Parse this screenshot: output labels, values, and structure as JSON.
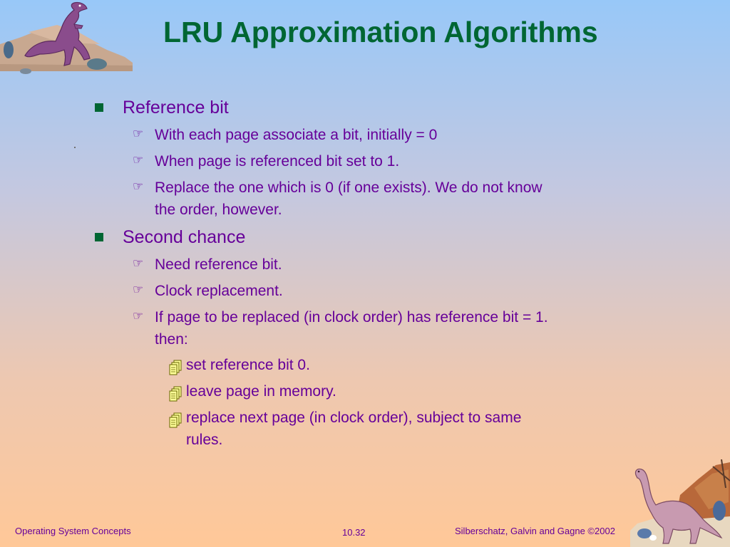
{
  "title": "LRU Approximation Algorithms",
  "bullets": [
    {
      "text": "Reference bit",
      "items": [
        {
          "lines": [
            "With each page associate a bit, initially = 0"
          ]
        },
        {
          "lines": [
            "When page is referenced bit set to 1."
          ]
        },
        {
          "lines": [
            "Replace the one which is 0 (if one exists).  We do not know",
            "the order, however."
          ]
        }
      ]
    },
    {
      "text": "Second chance",
      "items": [
        {
          "lines": [
            "Need reference bit."
          ]
        },
        {
          "lines": [
            "Clock replacement."
          ]
        },
        {
          "lines": [
            "If page to be replaced (in clock order) has reference bit = 1.",
            "then:"
          ],
          "sub": [
            {
              "lines": [
                "set reference bit 0."
              ]
            },
            {
              "lines": [
                "leave page in memory."
              ]
            },
            {
              "lines": [
                "replace next page (in clock order), subject to same",
                "rules."
              ]
            }
          ]
        }
      ]
    }
  ],
  "icons": {
    "level1": "square-bullet-icon",
    "level2": "pointing-hand-icon",
    "level3": "stacked-pages-icon"
  },
  "colors": {
    "title": "#006633",
    "text": "#660099",
    "bullet": "#006633"
  },
  "footer": {
    "left": "Operating System Concepts",
    "center": "10.32",
    "right": "Silberschatz, Galvin and  Gagne ©2002"
  }
}
